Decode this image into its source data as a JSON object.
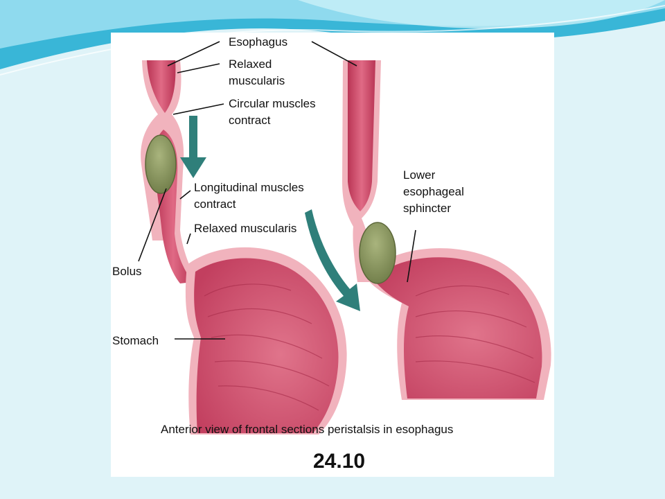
{
  "labels": {
    "esophagus": "Esophagus",
    "relaxed_muscularis_1": "Relaxed",
    "relaxed_muscularis_2": "muscularis",
    "circular_1": "Circular muscles",
    "circular_2": "contract",
    "longitudinal_1": "Longitudinal muscles",
    "longitudinal_2": "contract",
    "relaxed_muscularis_lower": "Relaxed muscularis",
    "bolus": "Bolus",
    "stomach": "Stomach",
    "les_1": "Lower",
    "les_2": "esophageal",
    "les_3": "sphincter"
  },
  "caption": "Anterior view of frontal sections peristalsis in esophagus",
  "figure_number": "24.10",
  "colors": {
    "slide_bg": "#dff3f8",
    "wave_dark": "#2fb4d6",
    "wave_light": "#8fdcee",
    "tissue": "#d8506e",
    "tissue_dark": "#b73352",
    "tissue_outer": "#f1b3bd",
    "bolus": "#8e9b62",
    "arrow": "#2f7f7a"
  }
}
